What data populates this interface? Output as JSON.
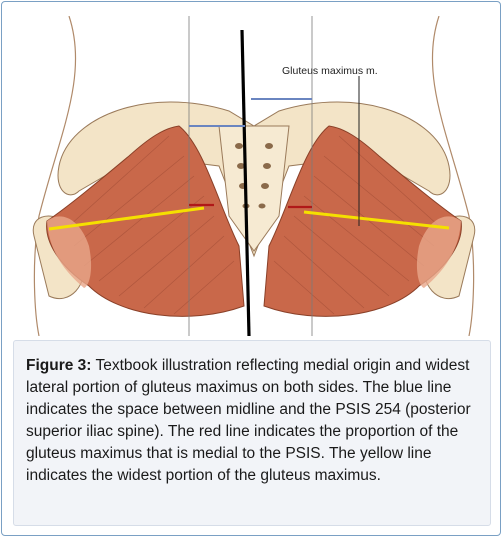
{
  "figure": {
    "label": "Gluteus maximus m.",
    "caption_title": "Figure 3:",
    "caption_text": " Textbook illustration reflecting medial origin and widest lateral portion of gluteus maximus on both sides. The blue line indicates the space between midline and the PSIS 254 (posterior superior iliac spine). The red line indicates the proportion of the gluteus maximus that is medial to the PSIS. The yellow line indicates the widest portion of the gluteus maximus."
  },
  "colors": {
    "muscle": "#c9684a",
    "muscle_light": "#e8a68a",
    "bone": "#f3e4c7",
    "skin_outline": "#b08a6a",
    "midline": "#000000",
    "blue_line": "#6a85c0",
    "red_line": "#b01818",
    "yellow_line": "#f5e000",
    "caption_bg": "#f2f4f8"
  }
}
